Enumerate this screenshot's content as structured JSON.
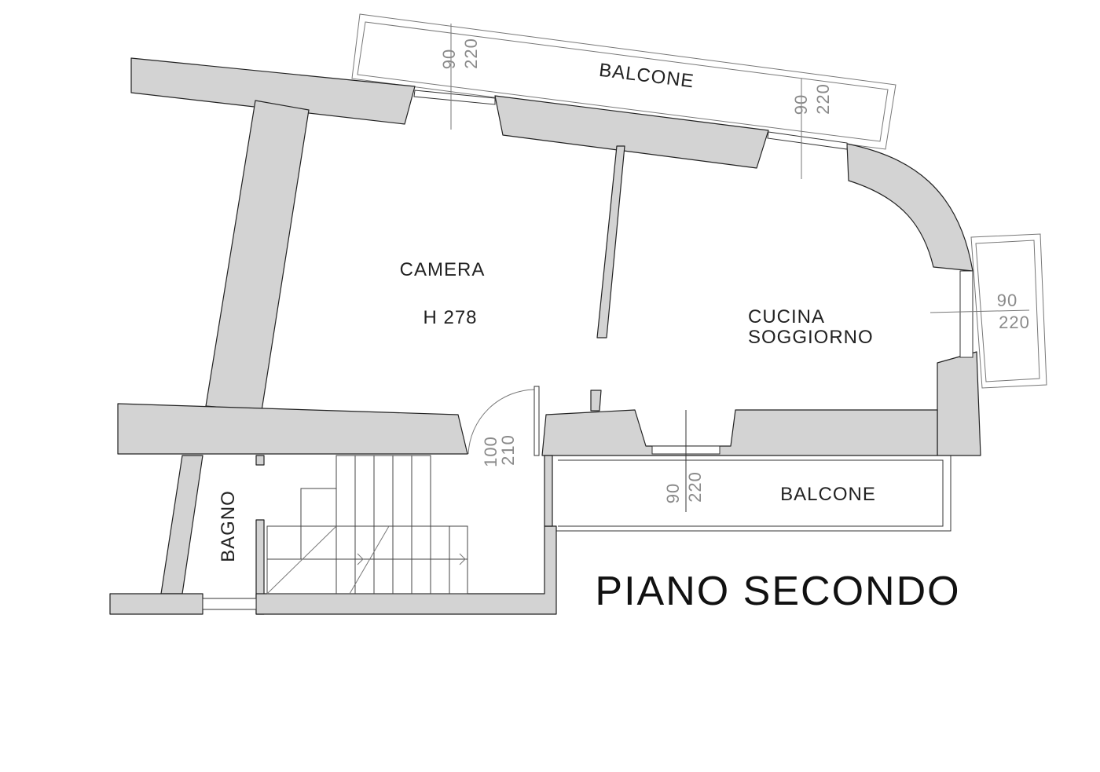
{
  "rooms": {
    "camera": {
      "name": "CAMERA",
      "height": "H 278"
    },
    "cucina": {
      "line1": "CUCINA",
      "line2": "SOGGIORNO"
    },
    "bagno": {
      "name": "BAGNO"
    },
    "balcone_top": {
      "name": "BALCONE"
    },
    "balcone_bottom": {
      "name": "BALCONE"
    }
  },
  "openings": {
    "top_window_1": {
      "width": "90",
      "height": "220"
    },
    "top_window_2": {
      "width": "90",
      "height": "220"
    },
    "right_window": {
      "width": "90",
      "height": "220"
    },
    "bottom_window": {
      "width": "90",
      "height": "220"
    },
    "entry_door": {
      "width": "100",
      "height": "210"
    }
  },
  "title": "PIANO SECONDO"
}
